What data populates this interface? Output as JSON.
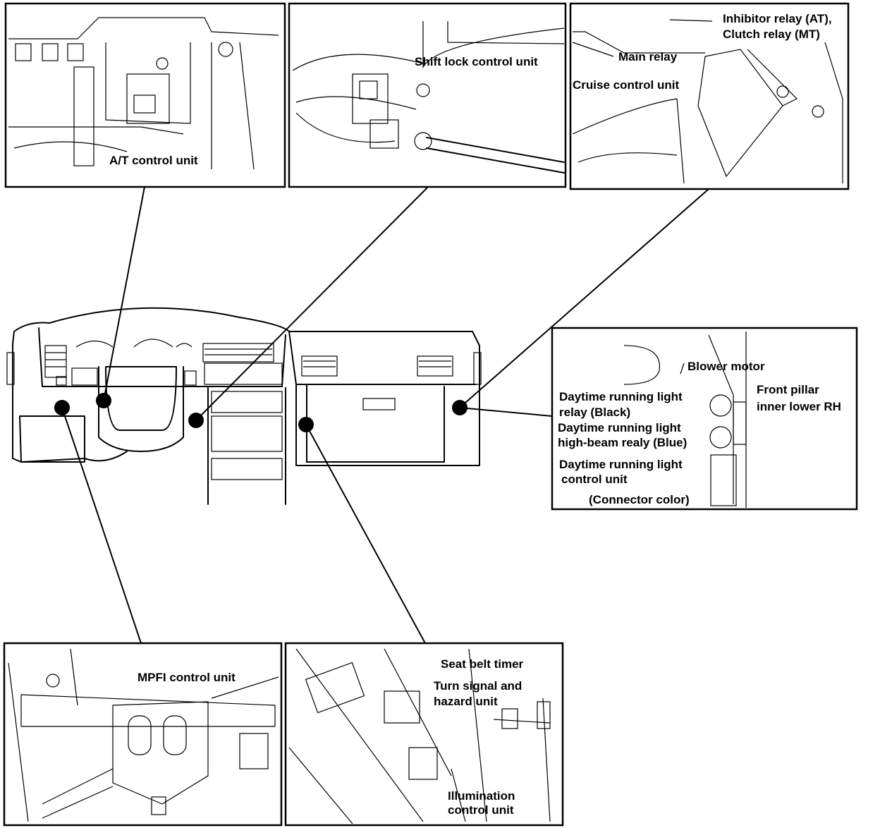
{
  "labels": {
    "at_control_unit": "A/T control unit",
    "shift_lock_control_unit": "Shift lock control unit",
    "inhibitor_relay_line1": "Inhibitor relay (AT),",
    "inhibitor_relay_line2": "Clutch relay (MT)",
    "main_relay": "Main relay",
    "cruise_control_unit": "Cruise control unit",
    "blower_motor": "Blower motor",
    "front_pillar_line1": "Front pillar",
    "front_pillar_line2": "inner lower RH",
    "drl_relay_line1": "Daytime running light",
    "drl_relay_line2": "relay (Black)",
    "drl_highbeam_line1": "Daytime running light",
    "drl_highbeam_line2": "high-beam realy (Blue)",
    "drl_control_line1": "Daytime running light",
    "drl_control_line2": "control unit",
    "connector_color": "(Connector color)",
    "mpfi_control_unit": "MPFI control unit",
    "seat_belt_timer": "Seat belt timer",
    "turn_signal_line1": "Turn signal and",
    "turn_signal_line2": "hazard unit",
    "illumination_line1": "Illumination",
    "illumination_line2": "control unit"
  },
  "colors": {
    "ink": "#000000",
    "paper": "#ffffff"
  }
}
